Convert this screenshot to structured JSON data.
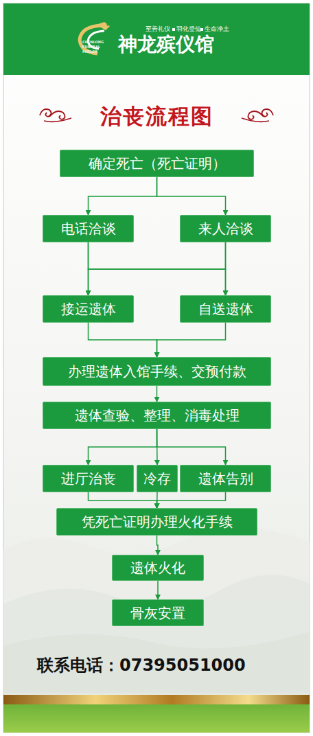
{
  "diagram": {
    "title": "治丧流程图",
    "nodes": [
      {
        "text": [
          "确定死亡（死亡证明）"
        ]
      },
      {
        "text": [
          "电话洽谈"
        ]
      },
      {
        "text": [
          "来人洽谈"
        ]
      },
      {
        "text": [
          "接运遗体"
        ]
      },
      {
        "text": [
          "自送遗体"
        ]
      },
      {
        "text": [
          "办理遗体入馆手续、交预付款"
        ]
      },
      {
        "text": [
          "遗体查验、整理、消毒处理"
        ]
      },
      {
        "text": [
          "进厅治丧"
        ]
      },
      {
        "text": [
          "冷存"
        ]
      },
      {
        "text": [
          "遗体告别"
        ]
      },
      {
        "text": [
          "凭死亡证明办理火化手续"
        ]
      },
      {
        "text": [
          "遗体火化"
        ]
      },
      {
        "text": [
          "骨灰安置"
        ]
      }
    ],
    "edges": [
      {
        "from": 0,
        "to": 1,
        "arrow": "to"
      },
      {
        "from": 0,
        "to": 2,
        "arrow": "to"
      },
      {
        "from": 1,
        "to": 3,
        "arrow": "to"
      },
      {
        "from": 1,
        "to": 4,
        "arrow": "to"
      },
      {
        "from": 2,
        "to": 3,
        "arrow": "to"
      },
      {
        "from": 2,
        "to": 4,
        "arrow": "to"
      },
      {
        "from": 3,
        "to": 5,
        "arrow": "to"
      },
      {
        "from": 4,
        "to": 5,
        "arrow": "to"
      },
      {
        "from": 5,
        "to": 6,
        "arrow": "to"
      },
      {
        "from": 6,
        "to": 7,
        "arrow": "to"
      },
      {
        "from": 6,
        "to": 8,
        "arrow": "to"
      },
      {
        "from": 6,
        "to": 9,
        "arrow": "to"
      },
      {
        "from": 7,
        "to": 10,
        "arrow": "to"
      },
      {
        "from": 8,
        "to": 10,
        "arrow": "to"
      },
      {
        "from": 9,
        "to": 10,
        "arrow": "to"
      },
      {
        "from": 10,
        "to": 11,
        "arrow": "to"
      },
      {
        "from": 11,
        "to": 12,
        "arrow": "to"
      }
    ],
    "labels": [
      "神龙殡仪馆",
      "至善礼仪",
      "羽化登仙",
      "生命净土",
      "CHENLONG",
      "FUNERAL",
      "PARLOR",
      "联系电话：07395051000"
    ]
  }
}
